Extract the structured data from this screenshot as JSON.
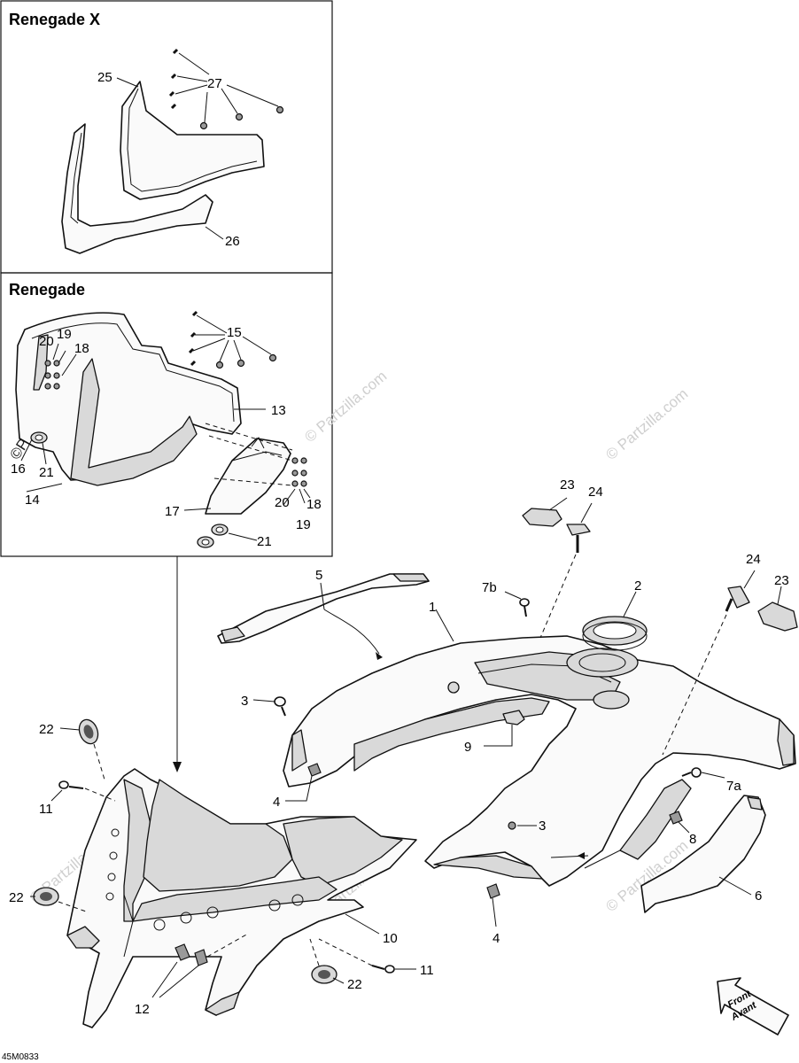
{
  "insets": {
    "top_title": "Renegade X",
    "middle_title": "Renegade"
  },
  "callouts": {
    "c1": "1",
    "c2": "2",
    "c3a": "3",
    "c3b": "3",
    "c4a": "4",
    "c4b": "4",
    "c5": "5",
    "c6": "6",
    "c7a": "7a",
    "c7b": "7b",
    "c8": "8",
    "c9": "9",
    "c10": "10",
    "c11a": "11",
    "c11b": "11",
    "c12": "12",
    "c13": "13",
    "c14": "14",
    "c15": "15",
    "c16": "16",
    "c17": "17",
    "c18a": "18",
    "c18b": "18",
    "c19a": "19",
    "c19b": "19",
    "c20a": "20",
    "c20b": "20",
    "c21a": "21",
    "c21b": "21",
    "c22a": "22",
    "c22b": "22",
    "c22c": "22",
    "c23a": "23",
    "c23b": "23",
    "c24a": "24",
    "c24b": "24",
    "c25": "25",
    "c26": "26",
    "c27": "27"
  },
  "watermarks": {
    "brand": "© Partzilla.com",
    "brand_strong": "©Partzilla.com"
  },
  "front_arrow": {
    "line1": "Front",
    "line2": "Avant"
  },
  "drawing_ref": "45M0833"
}
